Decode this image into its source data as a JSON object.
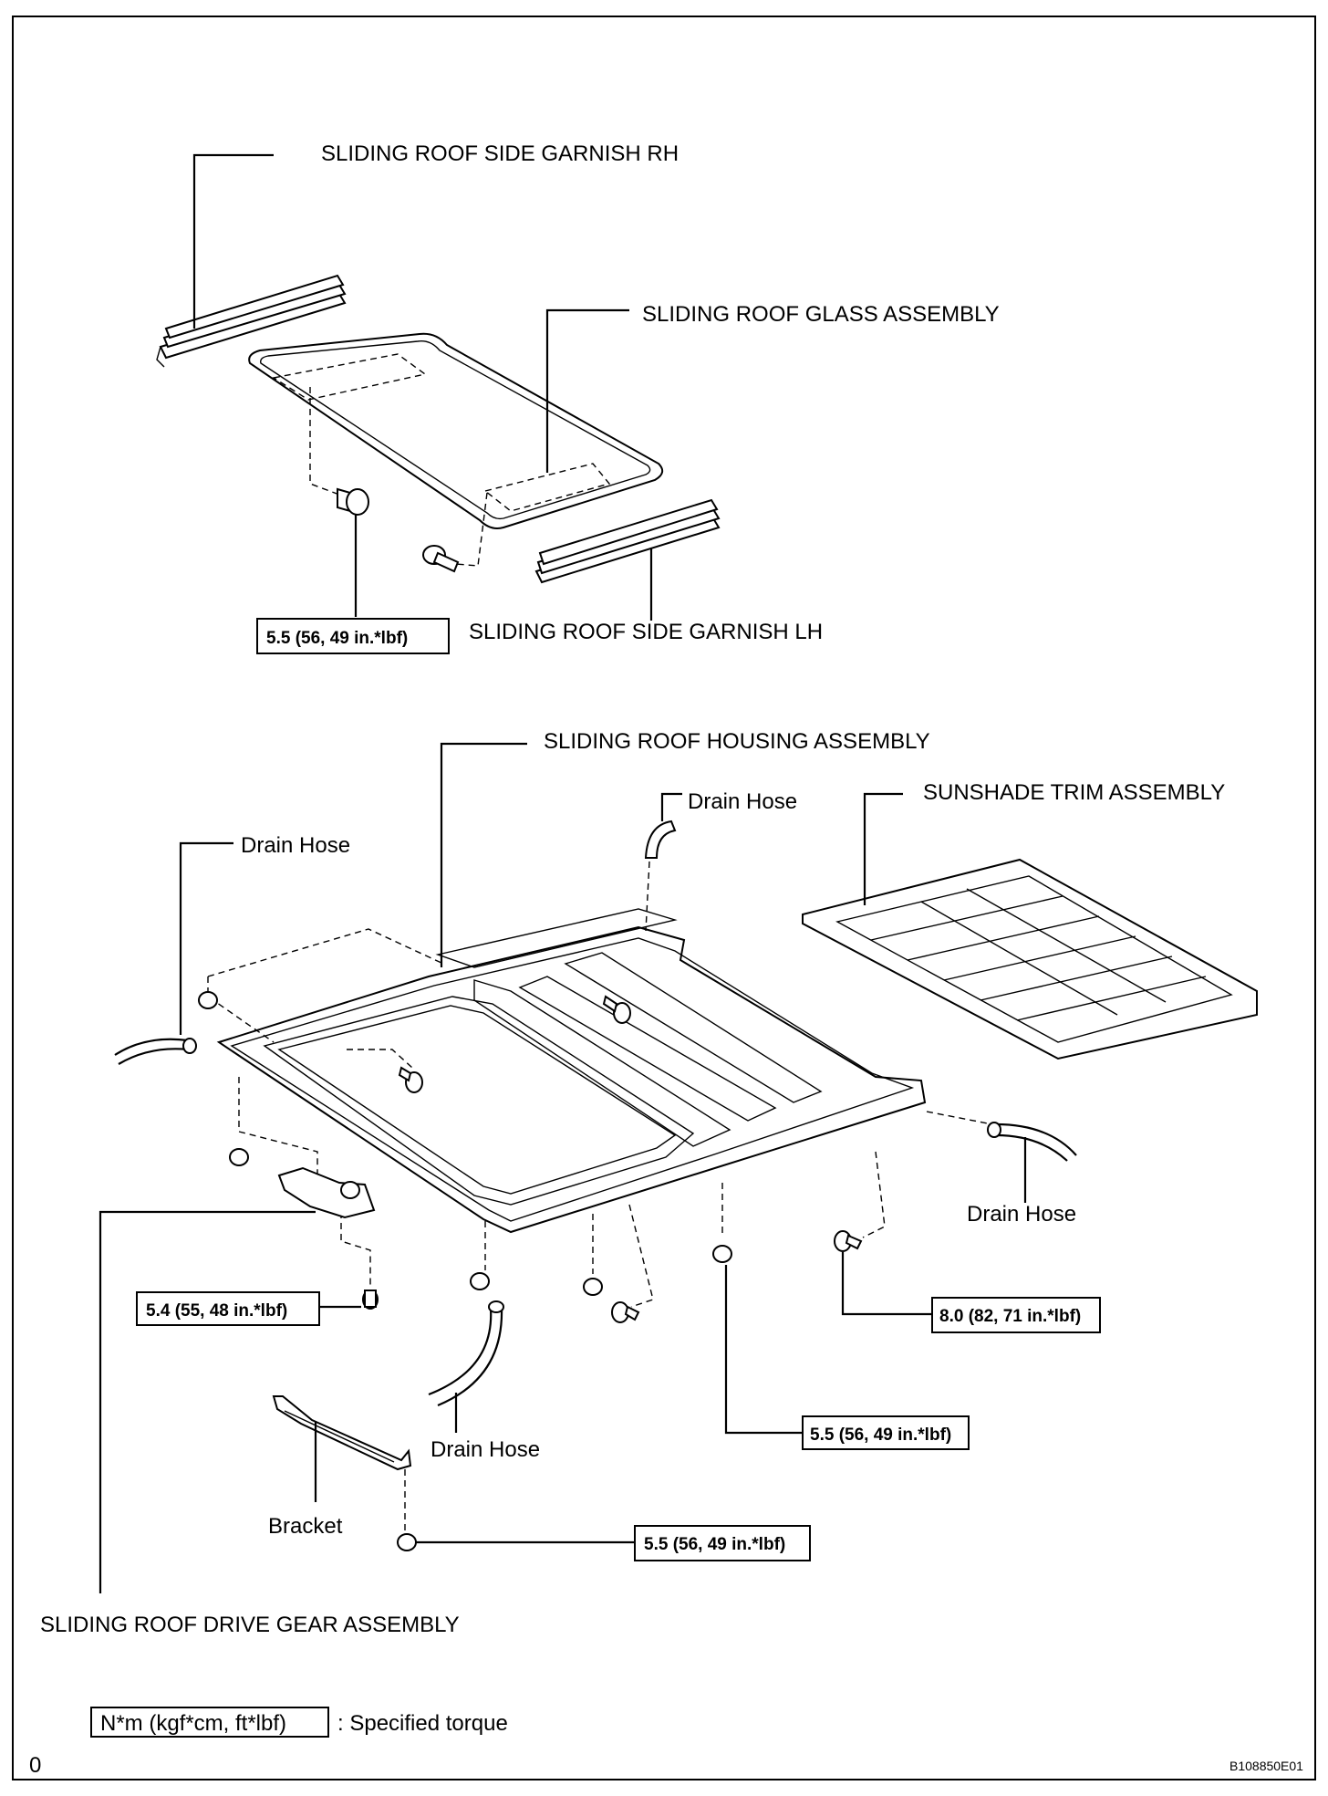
{
  "labels": {
    "garnish_rh": "SLIDING ROOF SIDE GARNISH RH",
    "glass_assembly": "SLIDING ROOF GLASS ASSEMBLY",
    "garnish_lh": "SLIDING ROOF SIDE GARNISH LH",
    "housing_assembly": "SLIDING ROOF HOUSING ASSEMBLY",
    "sunshade_trim": "SUNSHADE TRIM ASSEMBLY",
    "drain_hose_top": "Drain Hose",
    "drain_hose_left": "Drain Hose",
    "drain_hose_right": "Drain Hose",
    "drain_hose_bottom": "Drain Hose",
    "bracket": "Bracket",
    "drive_gear": "SLIDING ROOF DRIVE GEAR ASSEMBLY"
  },
  "torques": {
    "glass_bolt": "5.5 (56, 49 in.*lbf)",
    "drive_gear_bolt": "5.4 (55, 48 in.*lbf)",
    "housing_bolt_right": "8.0 (82, 71 in.*lbf)",
    "housing_nut": "5.5 (56, 49 in.*lbf)",
    "bracket_nut": "5.5 (56, 49 in.*lbf)"
  },
  "legend": {
    "symbol": "N*m (kgf*cm, ft*lbf)",
    "text": ": Specified torque"
  },
  "footer": {
    "page": "0",
    "code": "B108850E01"
  }
}
